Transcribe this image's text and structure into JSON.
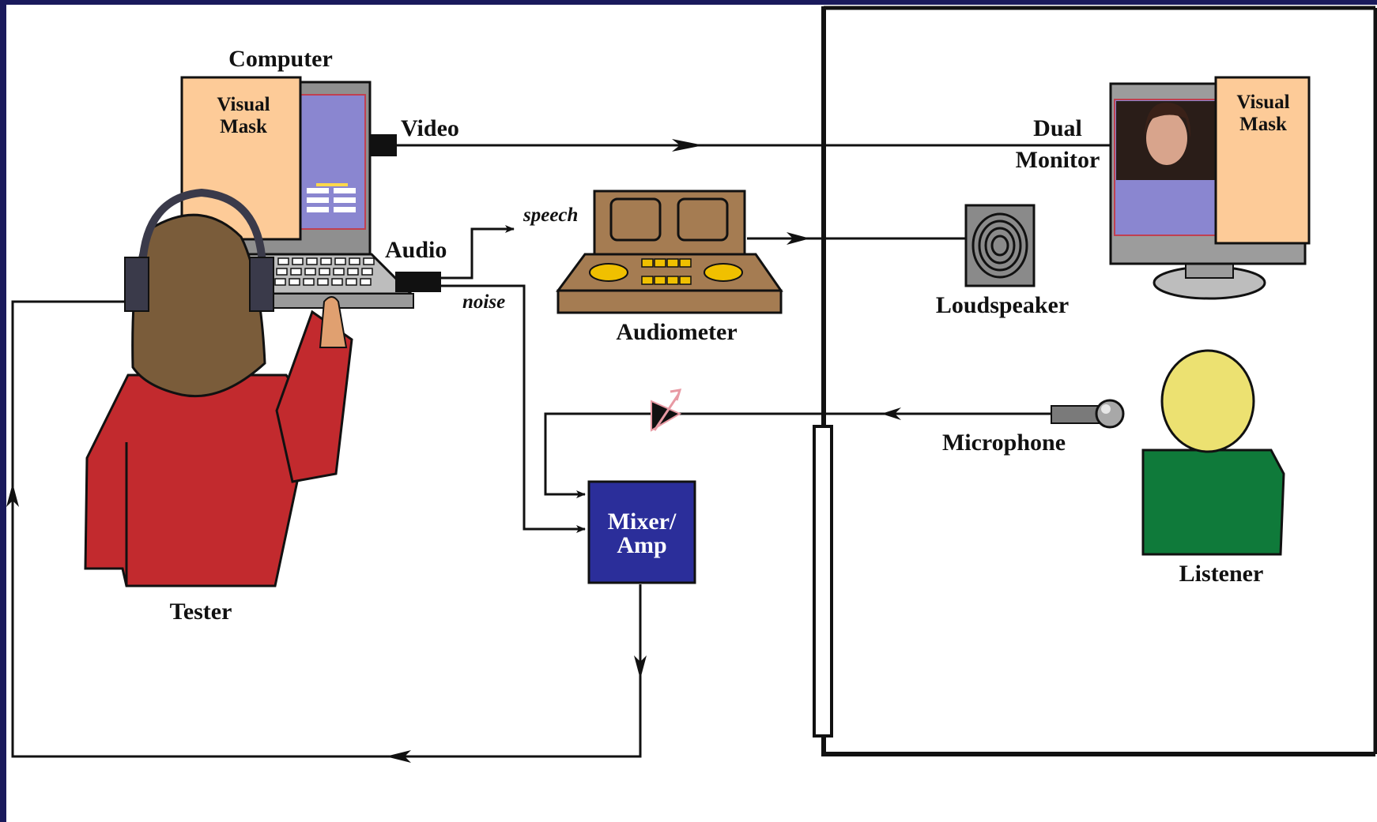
{
  "labels": {
    "computer": "Computer",
    "visual_mask_left_1": "Visual",
    "visual_mask_left_2": "Mask",
    "video": "Video",
    "audio": "Audio",
    "speech": "speech",
    "noise": "noise",
    "audiometer": "Audiometer",
    "dual_monitor_1": "Dual",
    "dual_monitor_2": "Monitor",
    "visual_mask_right_1": "Visual",
    "visual_mask_right_2": "Mask",
    "loudspeaker": "Loudspeaker",
    "microphone": "Microphone",
    "mixer_amp_1": "Mixer/",
    "mixer_amp_2": "Amp",
    "tester": "Tester",
    "listener": "Listener"
  },
  "colors": {
    "background_border": "#1a1a5c",
    "canvas": "#ffffff",
    "visual_mask": "#fdcb98",
    "screen": "#8a86d0",
    "tester_shirt": "#c22a2e",
    "tester_hair": "#7a5c3a",
    "listener_head": "#ece171",
    "listener_shirt": "#0f7a3a",
    "audiometer_body": "#a57c52",
    "audiometer_knobs": "#f0c000",
    "mixer_box": "#2b2e9a",
    "monitor_gray": "#9c9c9c"
  },
  "icons": {
    "computer": "laptop-icon",
    "audiometer": "audiometer-icon",
    "loudspeaker": "loudspeaker-icon",
    "microphone": "microphone-icon",
    "monitor": "monitor-icon",
    "amplifier": "amplifier-triangle-icon",
    "tester": "person-icon",
    "listener": "person-icon"
  }
}
